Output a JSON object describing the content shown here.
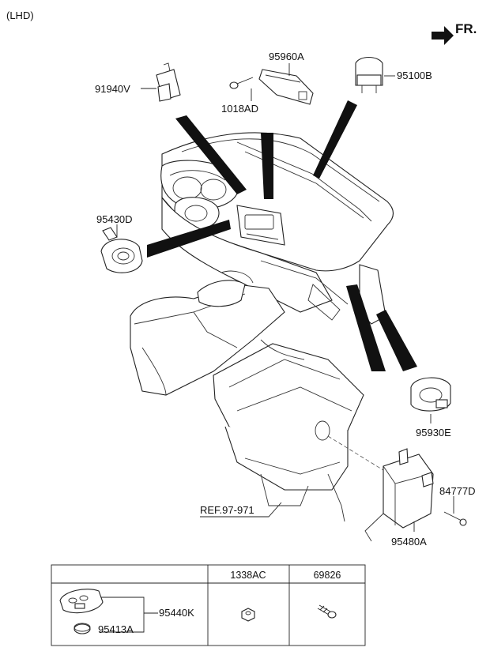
{
  "page": {
    "variant": "(LHD)",
    "direction": "FR."
  },
  "callouts": {
    "p91940V": "91940V",
    "p95960A": "95960A",
    "p1018AD": "1018AD",
    "p95100B": "95100B",
    "p95430D": "95430D",
    "p95930E": "95930E",
    "p84777D": "84777D",
    "p95480A": "95480A",
    "ref": "REF.97-971"
  },
  "table": {
    "columns": [
      "",
      "1338AC",
      "69826"
    ],
    "key_parts": {
      "key": "95440K",
      "battery": "95413A"
    }
  }
}
